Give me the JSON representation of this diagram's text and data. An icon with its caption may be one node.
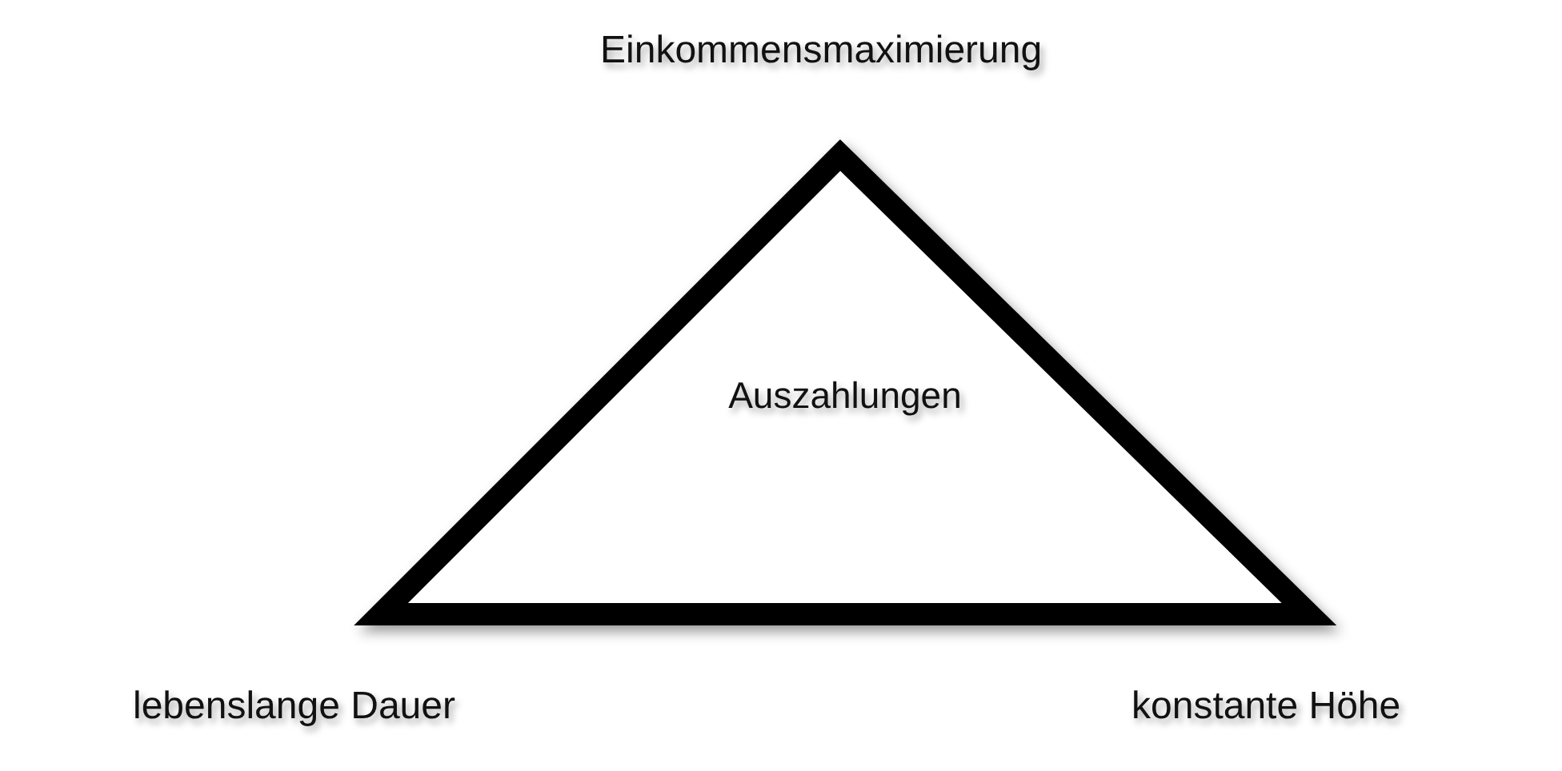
{
  "diagram": {
    "nodes": [
      {
        "text": [
          "Auszahlungen"
        ]
      }
    ],
    "labels": [
      "Einkommensmaximierung",
      "lebenslange Dauer",
      "konstante Höhe"
    ]
  }
}
